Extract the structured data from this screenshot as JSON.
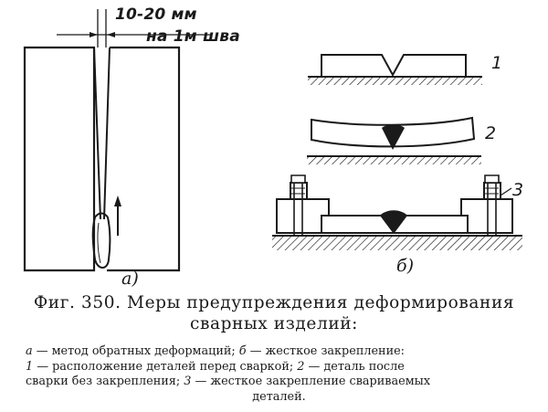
{
  "figure": {
    "gap_annotation_line1": "10-20 мм",
    "gap_annotation_line2": "на 1м шва",
    "label_a": "а)",
    "label_b": "б)",
    "part_numbers": [
      "1",
      "2",
      "3"
    ]
  },
  "caption": {
    "line1": "Фиг. 350. Меры предупреждения деформирования",
    "line2": "сварных изделий:"
  },
  "legend": {
    "a_key": "а",
    "a_text": " — метод обратных деформаций; ",
    "b_key": "б",
    "b_text": " — жесткое закрепление:",
    "n1_key": "1",
    "n1_text": " — расположение деталей перед сваркой; ",
    "n2_key": "2",
    "n2_text": " — деталь после",
    "line3": "сварки без закрепления; ",
    "n3_key": "3",
    "n3_text": " — жесткое закрепление свариваемых",
    "line4": "деталей."
  }
}
